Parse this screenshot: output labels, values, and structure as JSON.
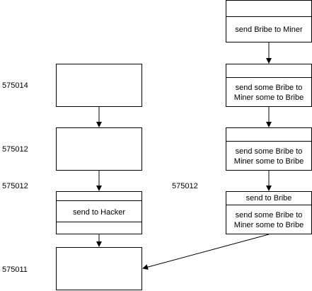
{
  "labels": {
    "l1": "575014",
    "l2": "575012",
    "l3": "575012",
    "l4": "575011",
    "l5": "575012"
  },
  "left_chain": {
    "b3_text": "send to Hacker"
  },
  "right_chain": {
    "r1_text": "send Bribe to Miner",
    "r2_text_line1": "send some Bribe to",
    "r2_text_line2": "Miner some to Bribe",
    "r3_text_line1": "send some Bribe to",
    "r3_text_line2": "Miner some to Bribe",
    "r4_top": "send to Bribe",
    "r4_text_line1": "send some Bribe to",
    "r4_text_line2": "Miner some to Bribe"
  }
}
